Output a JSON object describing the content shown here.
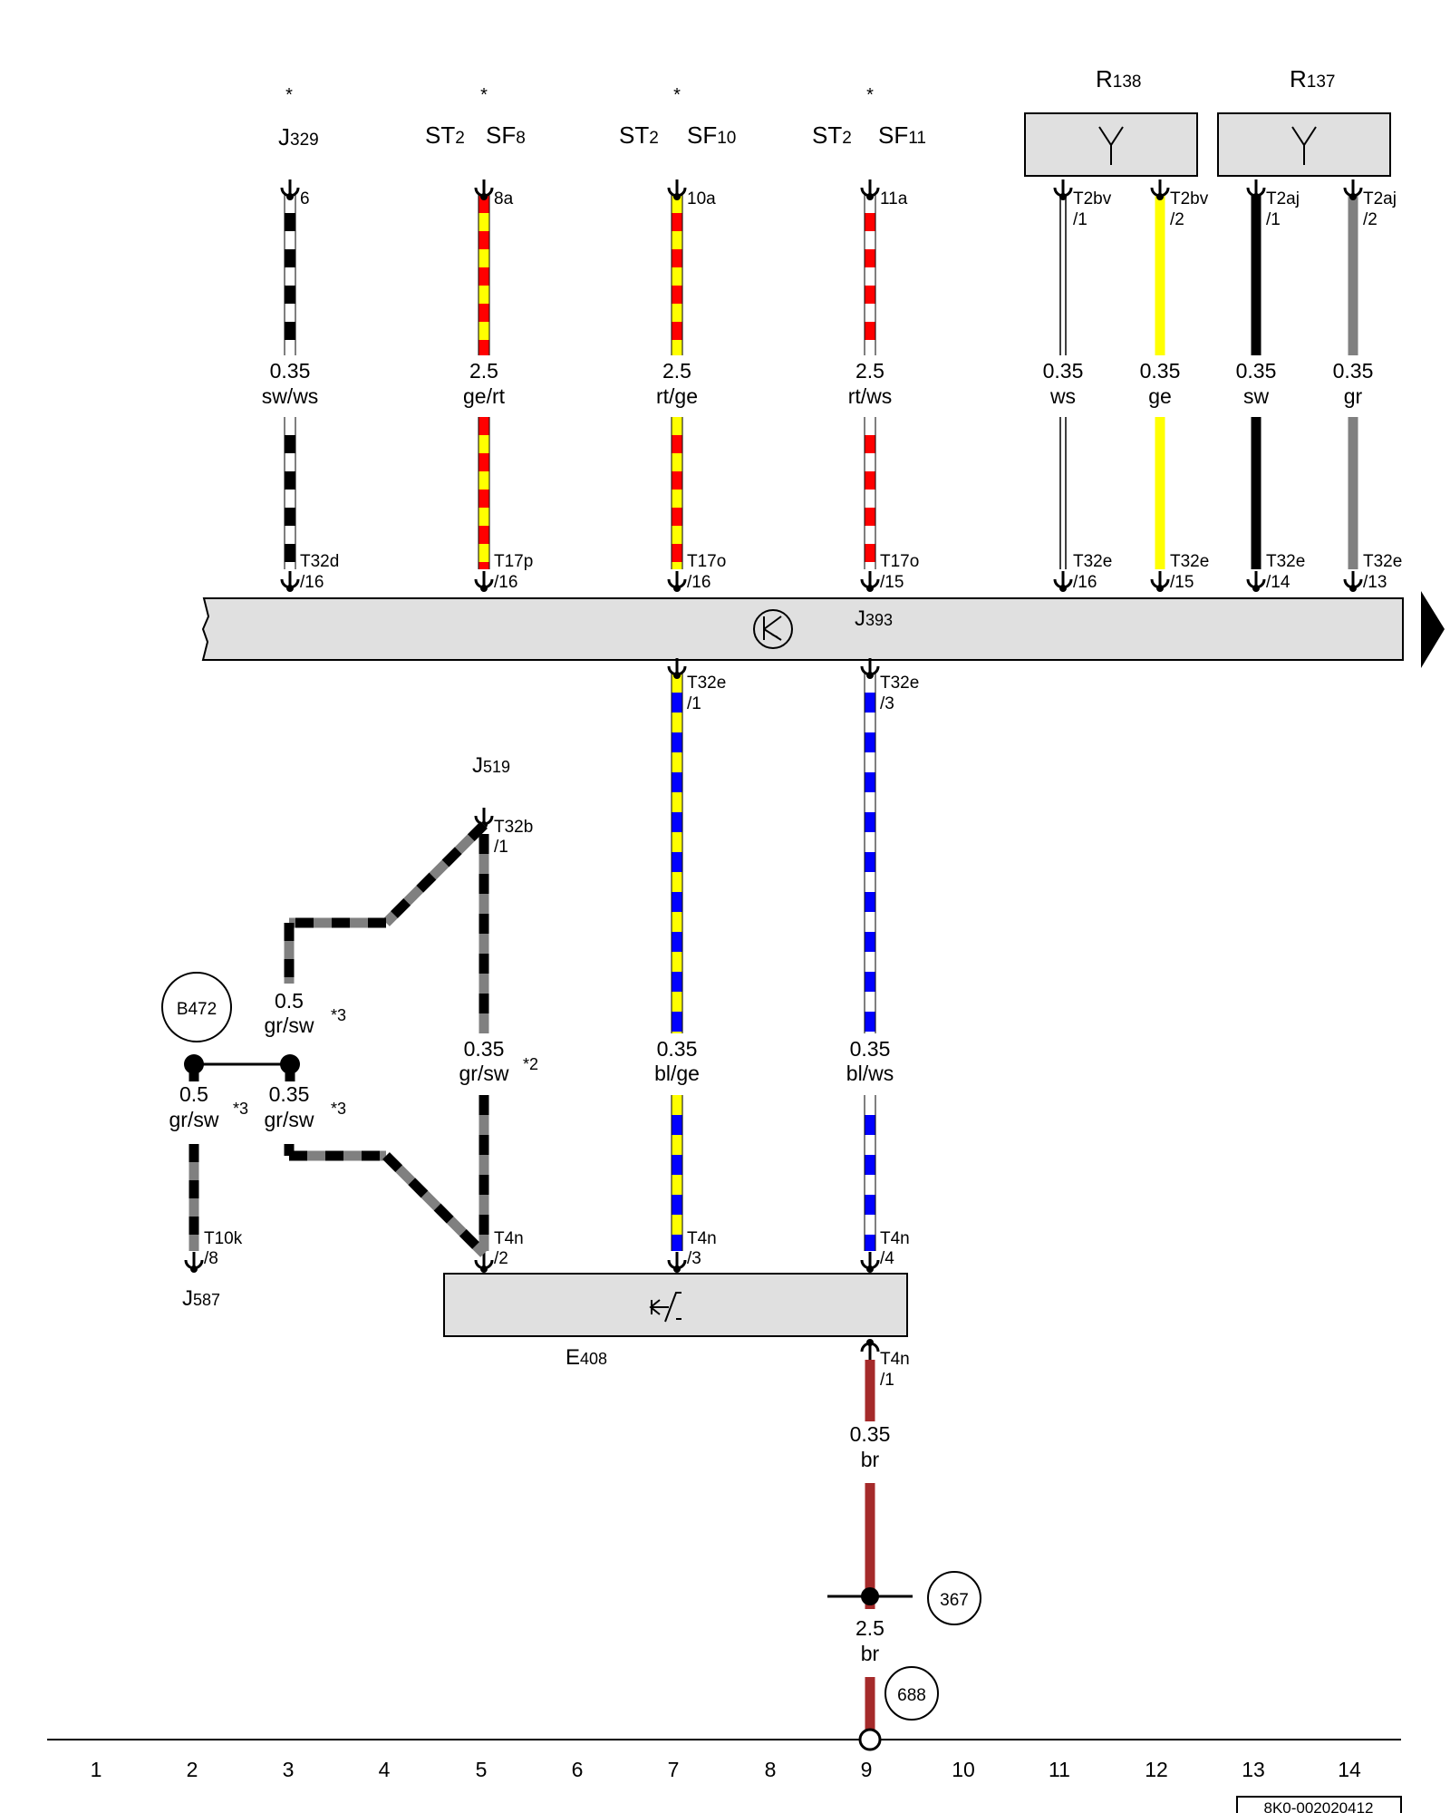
{
  "components": {
    "j329": {
      "id": "J",
      "sub": "329",
      "star": "*"
    },
    "sf8": {
      "st": "ST",
      "st_sub": "2",
      "sf": "SF",
      "sf_sub": "8",
      "star": "*"
    },
    "sf10": {
      "st": "ST",
      "st_sub": "2",
      "sf": "SF",
      "sf_sub": "10",
      "star": "*"
    },
    "sf11": {
      "st": "ST",
      "st_sub": "2",
      "sf": "SF",
      "sf_sub": "11",
      "star": "*"
    },
    "r138": {
      "id": "R",
      "sub": "138"
    },
    "r137": {
      "id": "R",
      "sub": "137"
    },
    "j393": {
      "id": "J",
      "sub": "393"
    },
    "j519": {
      "id": "J",
      "sub": "519"
    },
    "j587": {
      "id": "J",
      "sub": "587"
    },
    "e408": {
      "id": "E",
      "sub": "408"
    },
    "b472": "B472"
  },
  "upper_wires": [
    {
      "top_pin": "6",
      "size": "0.35",
      "color": "sw/ws",
      "bot_conn": "T32d",
      "bot_pin": "/16"
    },
    {
      "top_pin": "8a",
      "size": "2.5",
      "color": "ge/rt",
      "bot_conn": "T17p",
      "bot_pin": "/16"
    },
    {
      "top_pin": "10a",
      "size": "2.5",
      "color": "rt/ge",
      "bot_conn": "T17o",
      "bot_pin": "/16"
    },
    {
      "top_pin": "11a",
      "size": "2.5",
      "color": "rt/ws",
      "bot_conn": "T17o",
      "bot_pin": "/15"
    },
    {
      "top_conn": "T2bv",
      "top_pin": "/1",
      "size": "0.35",
      "color": "ws",
      "bot_conn": "T32e",
      "bot_pin": "/16"
    },
    {
      "top_conn": "T2bv",
      "top_pin": "/2",
      "size": "0.35",
      "color": "ge",
      "bot_conn": "T32e",
      "bot_pin": "/15"
    },
    {
      "top_conn": "T2aj",
      "top_pin": "/1",
      "size": "0.35",
      "color": "sw",
      "bot_conn": "T32e",
      "bot_pin": "/14"
    },
    {
      "top_conn": "T2aj",
      "top_pin": "/2",
      "size": "0.35",
      "color": "gr",
      "bot_conn": "T32e",
      "bot_pin": "/13"
    }
  ],
  "lower_wires": [
    {
      "top_conn": "T32e",
      "top_pin": "/1",
      "size": "0.35",
      "color": "bl/ge",
      "bot_conn": "T4n",
      "bot_pin": "/3"
    },
    {
      "top_conn": "T32e",
      "top_pin": "/3",
      "size": "0.35",
      "color": "bl/ws",
      "bot_conn": "T4n",
      "bot_pin": "/4"
    }
  ],
  "j519_wire": {
    "top_conn": "T32b",
    "top_pin": "/1",
    "size": "0.35",
    "color": "gr/sw",
    "note": "*2",
    "bot_conn": "T4n",
    "bot_pin": "/2"
  },
  "branch_wires": {
    "upper": {
      "size": "0.5",
      "color": "gr/sw",
      "note": "*3"
    },
    "lower": {
      "size": "0.35",
      "color": "gr/sw",
      "note": "*3"
    },
    "left": {
      "size": "0.5",
      "color": "gr/sw",
      "note": "*3",
      "bot_conn": "T10k",
      "bot_pin": "/8"
    }
  },
  "ground_wire": {
    "top_conn": "T4n",
    "top_pin": "/1",
    "upper_size": "0.35",
    "upper_color": "br",
    "lower_size": "2.5",
    "lower_color": "br",
    "splice": "367",
    "ground": "688"
  },
  "track_numbers": [
    "1",
    "2",
    "3",
    "4",
    "5",
    "6",
    "7",
    "8",
    "9",
    "10",
    "11",
    "12",
    "13",
    "14"
  ],
  "doc_number": "8K0-002020412",
  "colors": {
    "sw": "#000000",
    "ws": "#ffffff",
    "ge": "#ffff00",
    "rt": "#ff0000",
    "bl": "#0000ff",
    "gr": "#808080",
    "br": "#a52a2a",
    "box": "#e0e0e0"
  }
}
